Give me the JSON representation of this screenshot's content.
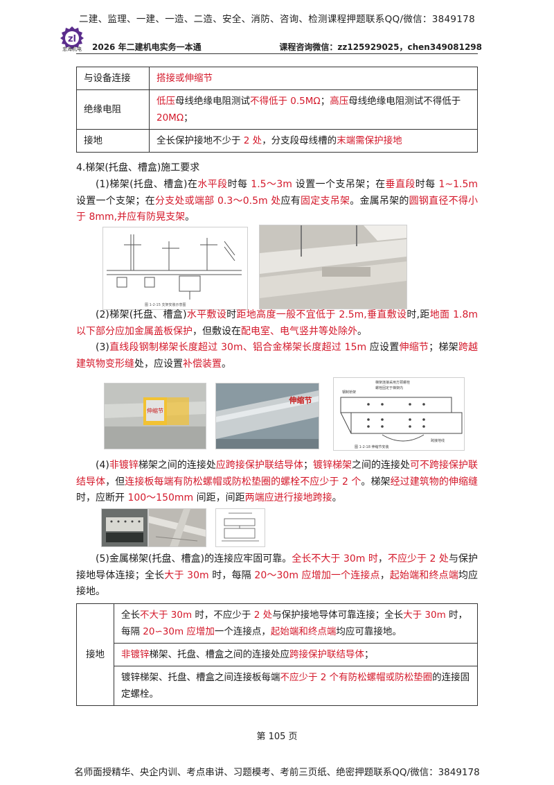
{
  "header": {
    "banner": "二建、监理、一建、一造、二造、安全、消防、咨询、检测课程押题联系QQ/微信：3849178",
    "logo_text": "忠海机电",
    "book_title": "2026 年二建机电实务一本通",
    "contact": "课程咨询微信：zz125929025，chen349081298"
  },
  "table1": {
    "rows": [
      {
        "label": "与设备连接",
        "parts": [
          {
            "t": "搭接或伸缩节",
            "r": true
          }
        ]
      },
      {
        "label": "绝缘电阻",
        "parts": [
          {
            "t": "低压",
            "r": true
          },
          {
            "t": "母线绝缘电阻测试",
            "r": false
          },
          {
            "t": "不得低于 0.5MΩ",
            "r": true
          },
          {
            "t": "；",
            "r": false
          },
          {
            "t": "高压",
            "r": true
          },
          {
            "t": "母线绝缘电阻测试不得低于",
            "r": false
          },
          {
            "t": "20MΩ",
            "r": true
          },
          {
            "t": "；",
            "r": false
          }
        ]
      },
      {
        "label": "接地",
        "parts": [
          {
            "t": "全长保护接地不少于 ",
            "r": false
          },
          {
            "t": "2 处",
            "r": true
          },
          {
            "t": "，分支段母线槽的",
            "r": false
          },
          {
            "t": "末端需保护接地",
            "r": true
          }
        ]
      }
    ]
  },
  "section_title": "4.梯架(托盘、槽盒)施工要求",
  "paragraphs": {
    "p1": [
      {
        "t": "(1)梯架(托盘、槽盒)在",
        "r": false
      },
      {
        "t": "水平段",
        "r": true
      },
      {
        "t": "时每 ",
        "r": false
      },
      {
        "t": "1.5～3m",
        "r": true
      },
      {
        "t": " 设置一个支吊架；在",
        "r": false
      },
      {
        "t": "垂直段",
        "r": true
      },
      {
        "t": "时每 ",
        "r": false
      },
      {
        "t": "1~1.5m",
        "r": true
      },
      {
        "t": " 设置一个支架；在",
        "r": false
      },
      {
        "t": "分支处或端部 0.3～0.5m 处",
        "r": true
      },
      {
        "t": "应有",
        "r": false
      },
      {
        "t": "固定支吊架",
        "r": true
      },
      {
        "t": "。金属吊架的",
        "r": false
      },
      {
        "t": "圆钢直径不得小于 8mm,并应有防晃支架",
        "r": true
      },
      {
        "t": "。",
        "r": false
      }
    ],
    "p2": [
      {
        "t": "(2)梯架(托盘、槽盒)",
        "r": false
      },
      {
        "t": "水平敷设",
        "r": true
      },
      {
        "t": "时",
        "r": false
      },
      {
        "t": "距地高度一般不宜低于 2.5m,垂直敷设",
        "r": true
      },
      {
        "t": "时,距",
        "r": false
      },
      {
        "t": "地面 1.8m 以下部分应加金属盖板保护",
        "r": true
      },
      {
        "t": "，但敷设在",
        "r": false
      },
      {
        "t": "配电室、电气竖井等处除外",
        "r": true
      },
      {
        "t": "。",
        "r": false
      }
    ],
    "p3": [
      {
        "t": "(3)",
        "r": false
      },
      {
        "t": "直线段钢制梯架长度超过 30m、铝合金梯架长度超过 15m",
        "r": true
      },
      {
        "t": " 应设置",
        "r": false
      },
      {
        "t": "伸缩节",
        "r": true
      },
      {
        "t": "；梯架",
        "r": false
      },
      {
        "t": "跨越建筑物变形缝",
        "r": true
      },
      {
        "t": "处，应设置",
        "r": false
      },
      {
        "t": "补偿装置",
        "r": true
      },
      {
        "t": "。",
        "r": false
      }
    ],
    "p4": [
      {
        "t": "(4)",
        "r": false
      },
      {
        "t": "非镀锌",
        "r": true
      },
      {
        "t": "梯架之间的连接处",
        "r": false
      },
      {
        "t": "应跨接保护联结导体",
        "r": true
      },
      {
        "t": "；",
        "r": false
      },
      {
        "t": "镀锌梯架",
        "r": true
      },
      {
        "t": "之间的连接处",
        "r": false
      },
      {
        "t": "可不跨接保护联结导体",
        "r": true
      },
      {
        "t": "，但",
        "r": false
      },
      {
        "t": "连接板每端有防松螺帽或防松垫圈的螺栓不应少于 2 个",
        "r": true
      },
      {
        "t": "。梯架",
        "r": false
      },
      {
        "t": "经过建筑物的伸缩缝",
        "r": true
      },
      {
        "t": "时，应断开 ",
        "r": false
      },
      {
        "t": "100～150mm",
        "r": true
      },
      {
        "t": " 间距，间距",
        "r": false
      },
      {
        "t": "两端应进行接地跨接",
        "r": true
      },
      {
        "t": "。",
        "r": false
      }
    ],
    "p5": [
      {
        "t": "(5)金属梯架(托盘、槽盒)的连接应牢固可靠。",
        "r": false
      },
      {
        "t": "全长不大于 30m 时",
        "r": true
      },
      {
        "t": "，",
        "r": false
      },
      {
        "t": "不应少于 2 处",
        "r": true
      },
      {
        "t": "与保护接地导体连接；全长",
        "r": false
      },
      {
        "t": "大于 30m",
        "r": true
      },
      {
        "t": " 时，每隔 ",
        "r": false
      },
      {
        "t": "20～30m 应增加一个连接点",
        "r": true
      },
      {
        "t": "，",
        "r": false
      },
      {
        "t": "起始端和终点端",
        "r": true
      },
      {
        "t": "均应接地。",
        "r": false
      }
    ]
  },
  "figures": {
    "fig1_caption": "图 1-2-15 支架安装示意图",
    "fig_joint_caption": "图 1-2-18 伸缩节安装",
    "fig_joint_labels": [
      "梯架连接采用方颈螺栓",
      "螺栓固定于梯架内",
      "钢制桥架",
      "跨接地线"
    ],
    "photo_sign_text": "伸缩节",
    "photo_label_text": "伸缩节"
  },
  "table2": {
    "label": "接地",
    "rows": [
      [
        {
          "t": "全长",
          "r": false
        },
        {
          "t": "不大于 30m",
          "r": true
        },
        {
          "t": " 时，不应少于 ",
          "r": false
        },
        {
          "t": "2 处",
          "r": true
        },
        {
          "t": "与保护接地导体可靠连接；全长",
          "r": false
        },
        {
          "t": "大于 30m",
          "r": true
        },
        {
          "t": " 时，每隔 ",
          "r": false
        },
        {
          "t": "20∽30m 应增加",
          "r": true
        },
        {
          "t": "一个连接点，",
          "r": false
        },
        {
          "t": "起始端和终点端",
          "r": true
        },
        {
          "t": "均应可靠接地。",
          "r": false
        }
      ],
      [
        {
          "t": "非镀锌",
          "r": true
        },
        {
          "t": "梯架、托盘、槽盒之间的连接处应",
          "r": false
        },
        {
          "t": "跨接保护联结导体",
          "r": true
        },
        {
          "t": "；",
          "r": false
        }
      ],
      [
        {
          "t": "镀锌梯架、托盘、槽盒之间连接板每端",
          "r": false
        },
        {
          "t": "不应少于 2 个有防松螺帽或防松垫圈",
          "r": true
        },
        {
          "t": "的连接固定螺栓。",
          "r": false
        }
      ]
    ]
  },
  "page_number": "第 105 页",
  "footer": {
    "banner": "名师面授精华、央企内训、考点串讲、习题模考、考前三页纸、绝密押题联系QQ/微信：3849178"
  },
  "colors": {
    "emphasis": "#d4182a",
    "text": "#1a1a1a",
    "rule": "#333333"
  }
}
